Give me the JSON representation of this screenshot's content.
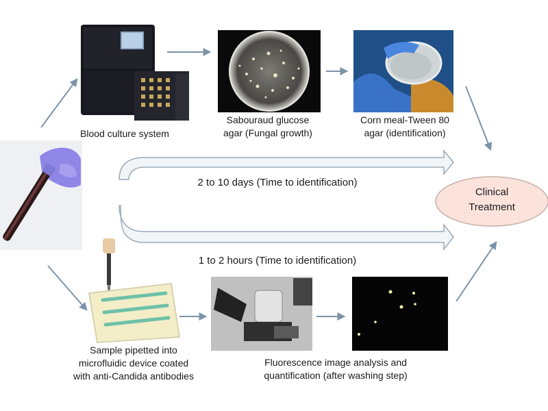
{
  "top_row": {
    "blood_culture_caption": "Blood culture system",
    "sabouraud_caption_1": "Sabouraud glucose",
    "sabouraud_caption_2": "agar (Fungal growth)",
    "cornmeal_caption_1": "Corn meal-Tween 80",
    "cornmeal_caption_2": "agar (identification)"
  },
  "timelines": {
    "conventional": "2 to 10 days (Time to identification)",
    "microfluidic": "1 to 2 hours (Time to identification)"
  },
  "outcome": {
    "line1": "Clinical",
    "line2": "Treatment"
  },
  "bottom_row": {
    "device_caption_1": "Sample pipetted into",
    "device_caption_2": "microfluidic device coated",
    "device_caption_3": "with anti-Candida antibodies",
    "microscope_caption_1": "Fluorescence image analysis and",
    "microscope_caption_2": "quantification (after washing step)"
  },
  "colors": {
    "arrow": "#7c93a8",
    "ellipse_fill": "#fbe3db",
    "ellipse_stroke": "#c6b0a9",
    "timebar_fill": "#f2f5f8",
    "timebar_stroke": "#9aaab8"
  }
}
